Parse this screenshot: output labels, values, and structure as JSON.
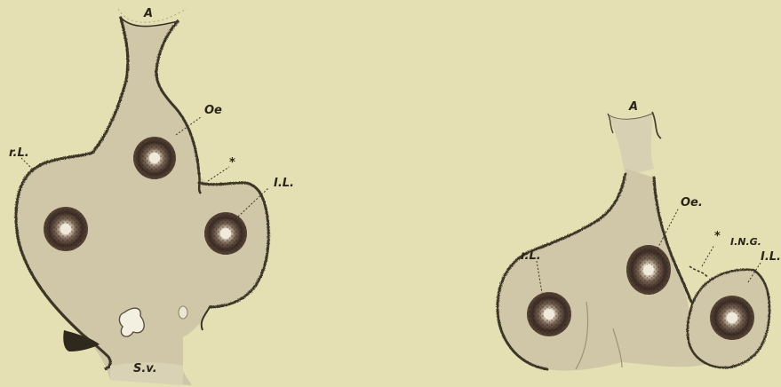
{
  "figures": [
    {
      "labels": {
        "A": "A",
        "Oe": "Oe",
        "rL": "r.L.",
        "asterisk": "*",
        "IL": "I.L.",
        "Sv": "S.v."
      }
    },
    {
      "labels": {
        "A": "A",
        "Oe": "Oe.",
        "rL": "r.L.",
        "asterisk": "*",
        "ING": "I.N.G.",
        "IL": "I.L."
      }
    }
  ],
  "colors": {
    "background": "#e4e0b3",
    "tissue_fill": "#cfc7a7",
    "outline": "#3c3525",
    "nucleus_dark": "#3b2d25",
    "nucleus_light": "#eae2d2"
  }
}
